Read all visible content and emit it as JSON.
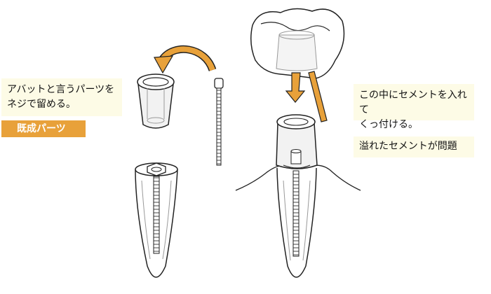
{
  "notes": {
    "abutment_screw": "アバットと言うパーツを\nネジで留める。",
    "cement_in": "この中にセメントを入れて\nくっ付ける。",
    "cement_overflow": "溢れたセメントが問題"
  },
  "label": {
    "existing_parts": "既成パーツ"
  },
  "colors": {
    "note_bg": "#fdfbe6",
    "label_bg": "#e8a13a",
    "arrow": "#e8a13a",
    "outline": "#222222",
    "glass_fill": "#f2f2f2"
  }
}
